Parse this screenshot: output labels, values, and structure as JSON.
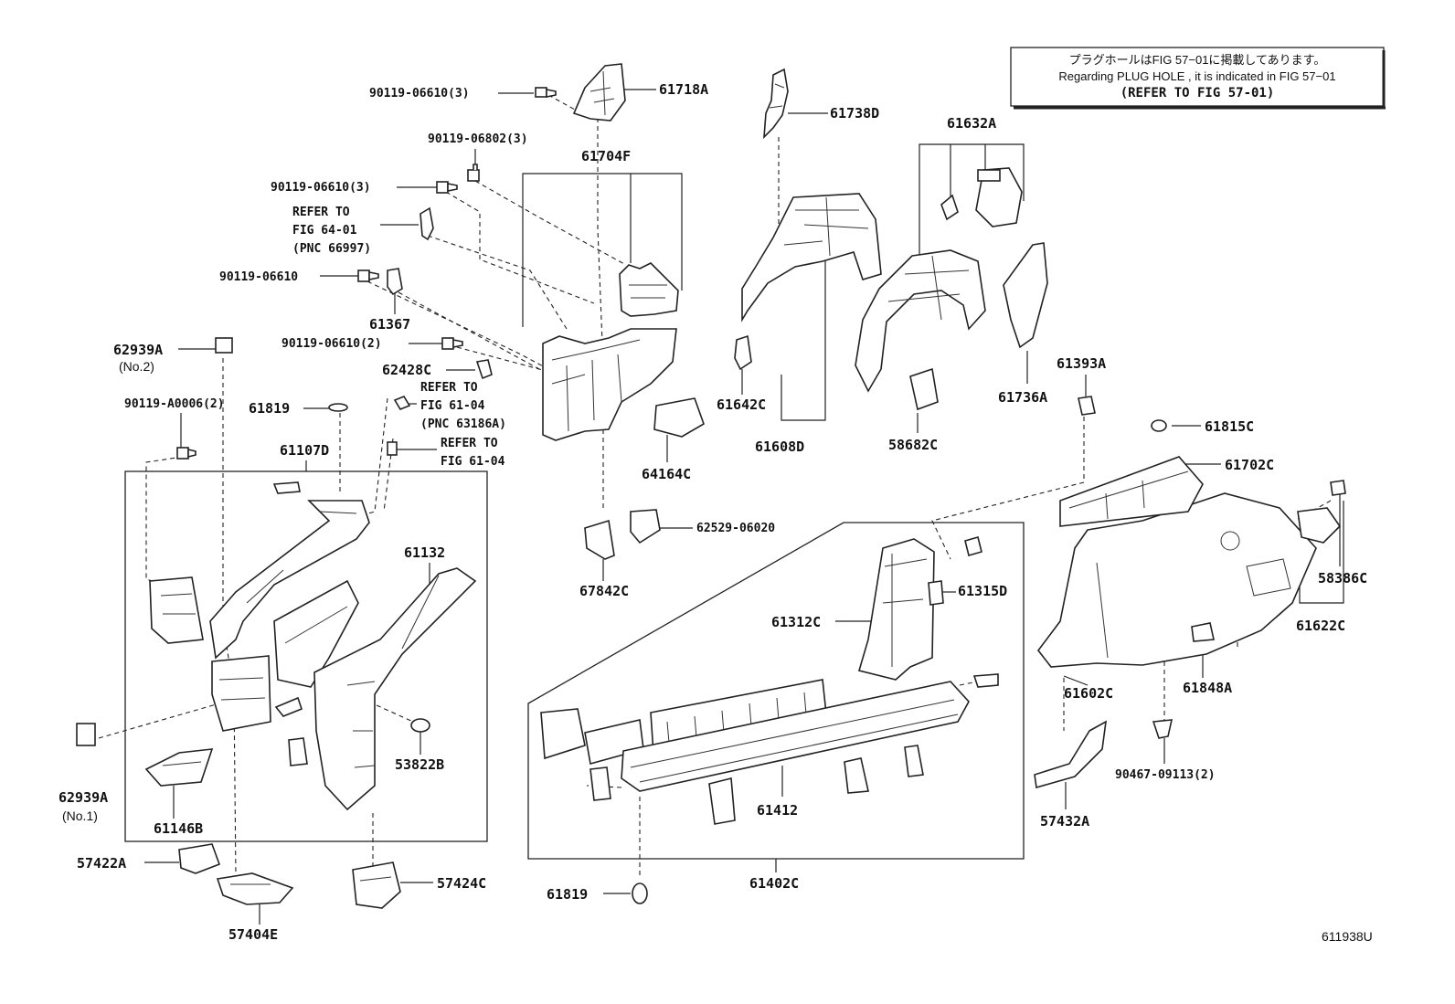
{
  "note": {
    "line_jp": "プラグホールはFIG 57−01に掲載してあります。",
    "line_en": "Regarding  PLUG  HOLE , it is indicated in FIG  57−01",
    "line_ref": "(REFER TO FIG 57-01)"
  },
  "diagram_id": "611938U",
  "labels": {
    "l61718A": "61718A",
    "l90119_06610_3a": "90119-06610(3)",
    "l61738D": "61738D",
    "l90119_06802_3": "90119-06802(3)",
    "l61704F": "61704F",
    "l61632A": "61632A",
    "l90119_06610_3b": "90119-06610(3)",
    "refer_64_1": "REFER TO",
    "refer_64_2": "FIG 64-01",
    "refer_64_3": "(PNC 66997)",
    "l90119_06610": "90119-06610",
    "l61367": "61367",
    "l90119_06610_2": "90119-06610(2)",
    "l62939A_top": "62939A",
    "l62939A_top_sub": "(No.2)",
    "l62428C": "62428C",
    "refer_61_1": "REFER TO",
    "refer_61_2": "FIG 61-04",
    "refer_61_3": "(PNC 63186A)",
    "l90119_A0006": "90119-A0006(2)",
    "l61819_top": "61819",
    "refer_61b_1": "REFER TO",
    "refer_61b_2": "FIG 61-04",
    "l61642C": "61642C",
    "l61608D": "61608D",
    "l58682C": "58682C",
    "l61736A": "61736A",
    "l61393A": "61393A",
    "l64164C": "64164C",
    "l61107D": "61107D",
    "l61815C": "61815C",
    "l61702C": "61702C",
    "l62529": "62529-06020",
    "l67842C": "67842C",
    "l61132": "61132",
    "l61315D": "61315D",
    "l58386C": "58386C",
    "l61312C": "61312C",
    "l61622C": "61622C",
    "l61848A": "61848A",
    "l61602C": "61602C",
    "l53822B": "53822B",
    "l62939A_bot": "62939A",
    "l62939A_bot_sub": "(No.1)",
    "l61146B": "61146B",
    "l61412": "61412",
    "l90467": "90467-09113(2)",
    "l57432A": "57432A",
    "l57422A": "57422A",
    "l57424C": "57424C",
    "l61819_bot": "61819",
    "l61402C": "61402C",
    "l57404E": "57404E"
  }
}
